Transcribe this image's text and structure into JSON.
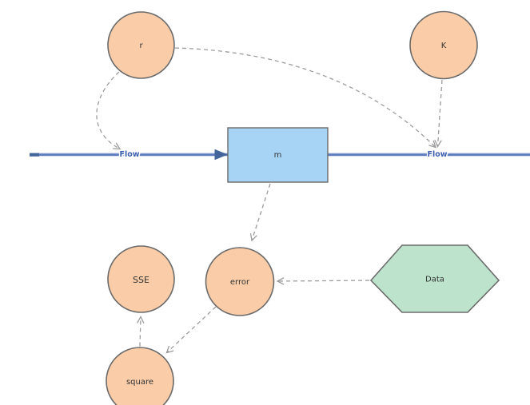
{
  "diagram": {
    "nodes": {
      "r": {
        "label": "r",
        "type": "variable"
      },
      "k": {
        "label": "K",
        "type": "variable"
      },
      "m": {
        "label": "m",
        "type": "stock"
      },
      "sse": {
        "label": "SSE",
        "type": "variable"
      },
      "error": {
        "label": "error",
        "type": "variable"
      },
      "square": {
        "label": "square",
        "type": "variable"
      },
      "data": {
        "label": "Data",
        "type": "data-hexagon"
      }
    },
    "flow": {
      "left_label": "Flow",
      "right_label": "Flow"
    },
    "colors": {
      "variable_fill": "#facda8",
      "stock_fill": "#a7d4f4",
      "data_fill": "#bde3cd",
      "shape_border": "#6b6b6b",
      "flow_line": "#5c7cbd",
      "flow_line_highlight": "#93a9d6",
      "flow_cap": "#44659b",
      "flow_label": "#3d5fb0",
      "link_line": "#9c9c9c",
      "label_text": "#333333"
    }
  }
}
